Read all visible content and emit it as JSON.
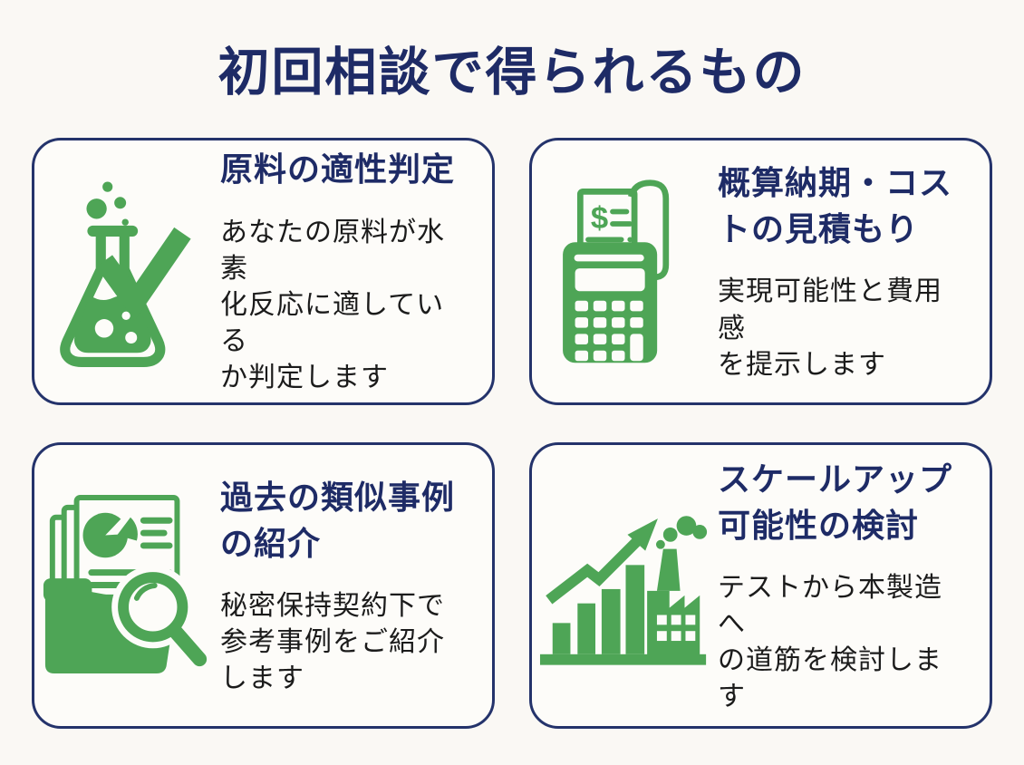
{
  "page": {
    "title": "初回相談で得られるもの"
  },
  "theme": {
    "background": "#faf8f4",
    "card_background": "#fdfcf9",
    "navy": "#1e2b66",
    "green": "#4ea556",
    "body_text": "#1b1b1b"
  },
  "cards": [
    {
      "id": "material-suitability",
      "icon": "flask-check-icon",
      "title_lines": [
        "原料の適性判定"
      ],
      "body_lines": [
        "あなたの原料が水素",
        "化反応に適している",
        "か判定します"
      ]
    },
    {
      "id": "cost-estimate",
      "icon": "calculator-receipt-icon",
      "title_lines": [
        "概算納期・コス",
        "トの見積もり"
      ],
      "body_lines": [
        "実現可能性と費用感",
        "を提示します"
      ]
    },
    {
      "id": "similar-cases",
      "icon": "folder-search-icon",
      "title_lines": [
        "過去の類似事例",
        "の紹介"
      ],
      "body_lines": [
        "秘密保持契約下で",
        "参考事例をご紹介",
        "します"
      ]
    },
    {
      "id": "scale-up",
      "icon": "growth-factory-icon",
      "title_lines": [
        "スケールアップ",
        "可能性の検討"
      ],
      "body_lines": [
        "テストから本製造へ",
        "の道筋を検討します"
      ]
    }
  ]
}
